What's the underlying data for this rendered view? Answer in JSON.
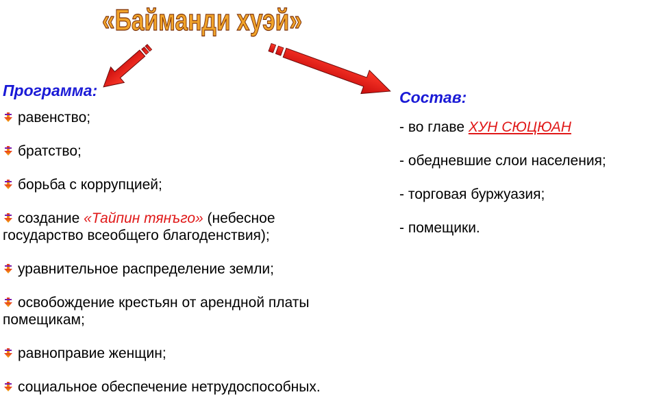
{
  "title": "«Байманди хуэй»",
  "colors": {
    "heading": "#1a1ad6",
    "highlight": "#e01818",
    "title_fill": "#f0a32a",
    "title_stroke": "#7a2f08",
    "arrow": "#e81c1c",
    "bullet_top": "#e8361f",
    "bullet_bottom": "#f5b10f"
  },
  "program": {
    "heading": "Программа:",
    "items": [
      {
        "text": "равенство;"
      },
      {
        "text": "братство;"
      },
      {
        "text": "борьба с коррупцией;"
      },
      {
        "pre": "создание ",
        "highlight": "«Тайпин тянъго»",
        "post_line1": " (небесное",
        "post_line2": "государство всеобщего благоденствия);"
      },
      {
        "text": "уравнительное распределение земли;"
      },
      {
        "line1": "освобождение крестьян от арендной платы",
        "line2": "помещикам;"
      },
      {
        "text": "равноправие женщин;"
      },
      {
        "text": "социальное обеспечение нетрудоспособных."
      }
    ]
  },
  "composition": {
    "heading": "Состав:",
    "leader_prefix": "- во главе ",
    "leader_name": "ХУН СЮЦЮАН",
    "items": [
      "- обедневшие слои населения;",
      "- торговая буржуазия;",
      "- помещики."
    ]
  }
}
